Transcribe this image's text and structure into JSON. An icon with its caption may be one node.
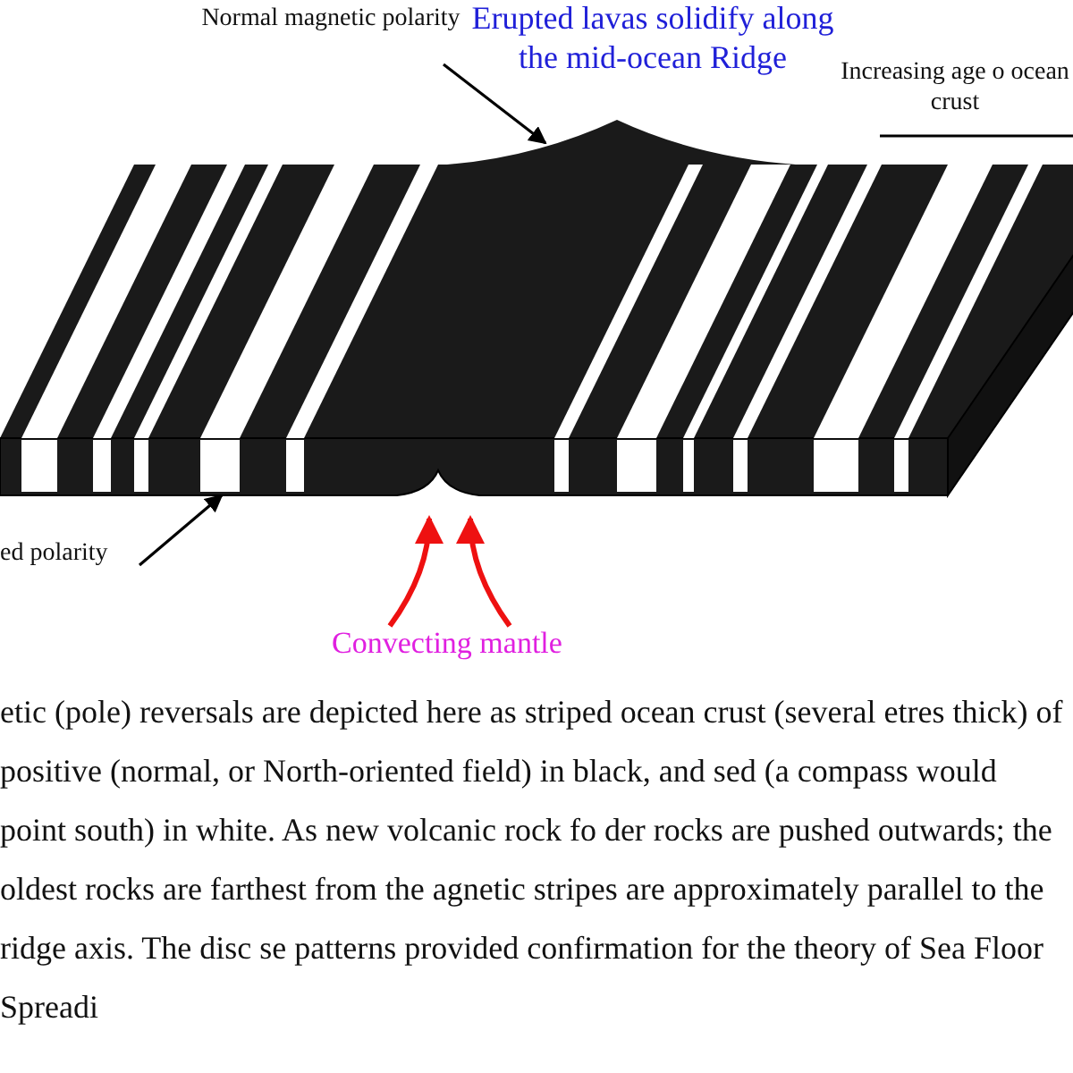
{
  "diagram": {
    "caption": "etic (pole) reversals are depicted here as striped ocean crust (several etres thick) of positive (normal, or North-oriented field) in black, and sed (a compass would point south) in white.  As new volcanic rock fo der rocks are pushed outwards; the oldest rocks are farthest from the agnetic stripes are approximately parallel to the ridge axis.  The disc se patterns provided confirmation for the theory of Sea Floor Spreadi",
    "nodes": [
      {
        "text": [
          "Normal magnetic polarity"
        ]
      },
      {
        "text": [
          "ed polarity"
        ]
      }
    ],
    "edges": [
      {
        "from": 0,
        "to": null,
        "arrow": "to"
      },
      {
        "from": 1,
        "to": null,
        "arrow": "to"
      }
    ],
    "labels": [
      "Erupted lavas solidify along the mid-ocean Ridge",
      "Increasing age o ocean crust",
      "Convecting mantle"
    ]
  }
}
